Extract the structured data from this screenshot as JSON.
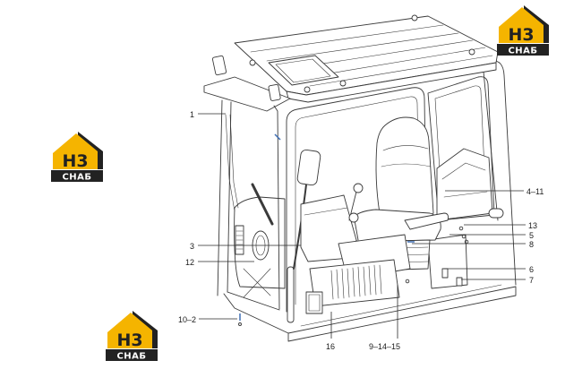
{
  "logo": {
    "mark": "H3",
    "name": "СНАБ"
  },
  "callouts": {
    "p1": "1",
    "p4_11": "4–11",
    "p13": "13",
    "p5": "5",
    "p8": "8",
    "p3": "3",
    "p12": "12",
    "p6": "6",
    "p7": "7",
    "p10_2": "10–2",
    "p16": "16",
    "p9_14_15": "9–14–15"
  },
  "colors": {
    "logo_yellow": "#f5b400",
    "logo_dark": "#222222",
    "accent": "#3f6fb5"
  }
}
